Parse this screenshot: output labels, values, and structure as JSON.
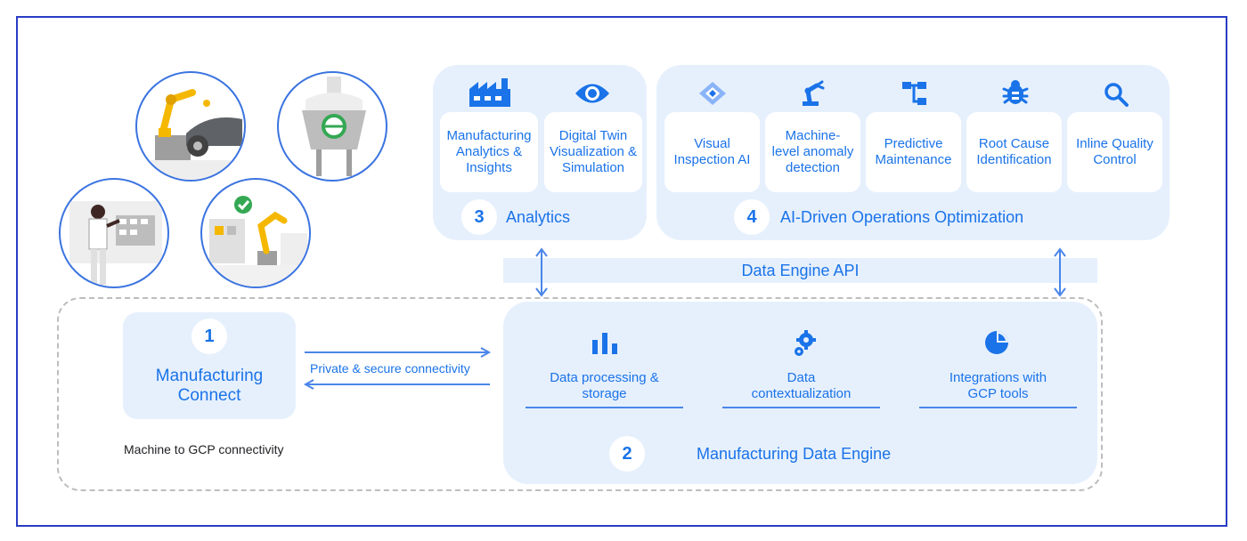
{
  "analytics": {
    "number": "3",
    "title": "Analytics",
    "cards": [
      "Manufacturing\nAnalytics &\nInsights",
      "Digital Twin\nVisualization &\nSimulation"
    ]
  },
  "ai_ops": {
    "number": "4",
    "title": "AI-Driven Operations Optimization",
    "cards": [
      "Visual\nInspection AI",
      "Machine-\nlevel anomaly\ndetection",
      "Predictive\nMaintenance",
      "Root Cause\nIdentification",
      "Inline Quality\nControl"
    ]
  },
  "api": {
    "label": "Data Engine API"
  },
  "connect": {
    "number": "1",
    "title": "Manufacturing\nConnect",
    "caption": "Machine to GCP connectivity",
    "link_label": "Private & secure connectivity"
  },
  "engine": {
    "number": "2",
    "title": "Manufacturing Data Engine",
    "features": [
      {
        "label": "Data processing &\nstorage",
        "icon": "bar-chart-icon"
      },
      {
        "label": "Data\ncontextualization",
        "icon": "gear-icon"
      },
      {
        "label": "Integrations with\nGCP tools",
        "icon": "pie-chart-icon"
      }
    ]
  },
  "colors": {
    "accent": "#1a73e8",
    "panel": "#e6f0fd",
    "frame": "#2a3dc4"
  }
}
